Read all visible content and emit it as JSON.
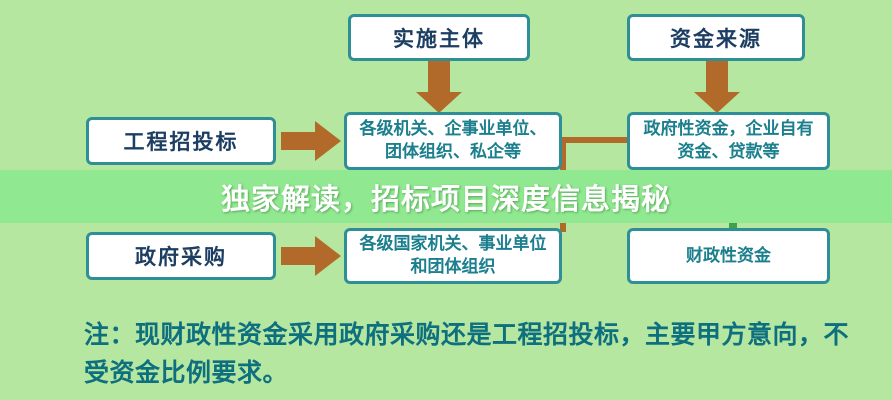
{
  "banner": {
    "title": "独家解读，招标项目深度信息揭秘"
  },
  "top_row": {
    "implementation_subject": "实施主体",
    "funding_source": "资金来源"
  },
  "rows": [
    {
      "left": "工程招投标",
      "middle": "各级机关、企事业单位、团体组织、私企等",
      "right": "政府性资金，企业自有资金、贷款等"
    },
    {
      "left": "政府采购",
      "middle": "各级国家机关、事业单位和团体组织",
      "right": "财政性资金"
    }
  ],
  "note": "注：现财政性资金采用政府采购还是工程招投标，主要甲方意向，不受资金比例要求。",
  "colors": {
    "background": "#b5e7a0",
    "banner_background": "#90e890",
    "banner_text": "#ffffff",
    "box_border": "#2e8f96",
    "box_background": "#ffffff",
    "title_text": "#1d3e63",
    "body_text": "#1b7f8e",
    "arrow_brown": "#b26a2b",
    "connector_green": "#41a048",
    "note_text": "#0e6f7f"
  }
}
